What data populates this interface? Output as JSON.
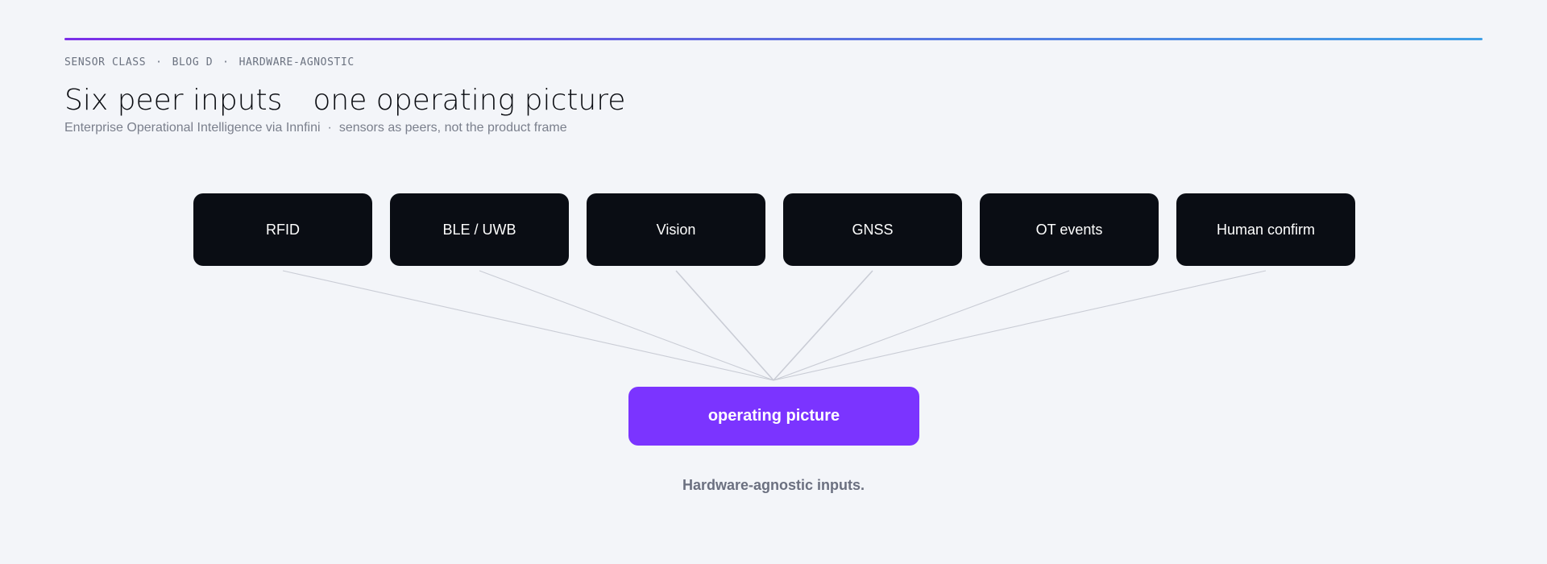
{
  "header": {
    "eyebrow": [
      "SENSOR CLASS",
      "BLOG D",
      "HARDWARE-AGNOSTIC"
    ],
    "eyebrow_separator": "·",
    "title_left": "Six peer inputs",
    "title_right": "one operating picture",
    "subtitle_left": "Enterprise Operational Intelligence via Innfini",
    "subtitle_separator": "·",
    "subtitle_right": "sensors as peers, not the product frame"
  },
  "diagram": {
    "inputs": [
      "RFID",
      "BLE / UWB",
      "Vision",
      "GNSS",
      "OT events",
      "Human confirm"
    ],
    "output": "operating picture",
    "caption": "Hardware-agnostic inputs."
  },
  "colors": {
    "background": "#f3f5f9",
    "input_box": "#0a0d14",
    "output_box": "#7b34ff",
    "connector": "#c9ccd5",
    "rule_gradient": [
      "#7b2ee8",
      "#3fa0e6"
    ]
  }
}
